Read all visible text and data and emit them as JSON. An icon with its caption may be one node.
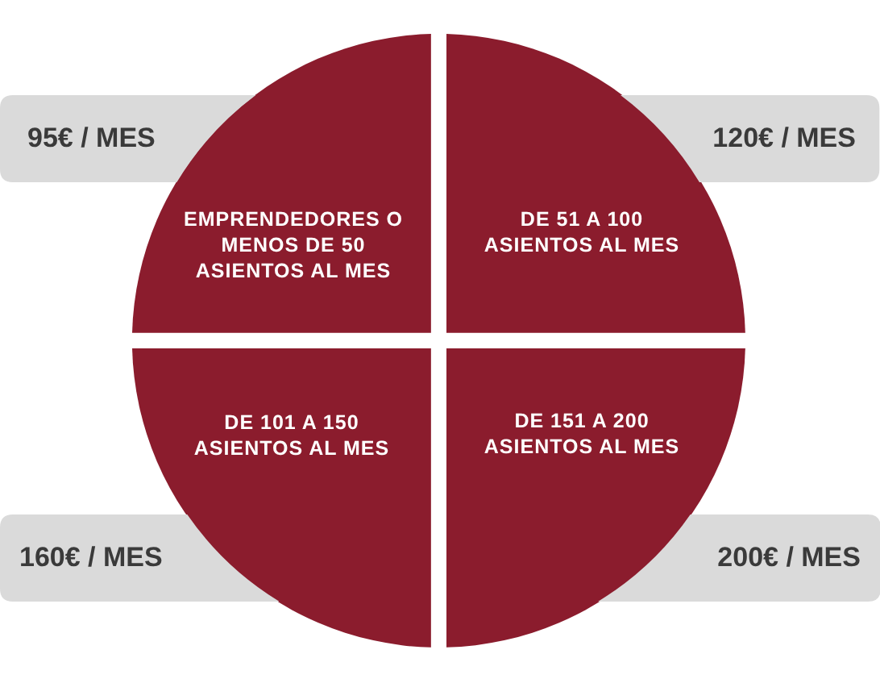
{
  "diagram": {
    "nodes": [
      {
        "text": [
          "EMPRENDEDORES O MENOS DE 50 ASIENTOS AL MES"
        ]
      },
      {
        "text": [
          "DE 51 A 100 ASIENTOS AL MES"
        ]
      },
      {
        "text": [
          "95€ / MES"
        ]
      },
      {
        "text": [
          "120€ / MES"
        ]
      },
      {
        "text": [
          "DE 101 A 150 ASIENTOS AL MES"
        ]
      },
      {
        "text": [
          "DE 151 A 200 ASIENTOS AL MES"
        ]
      },
      {
        "text": [
          "160€ / MES"
        ]
      },
      {
        "text": [
          "200€ / MES"
        ]
      }
    ]
  }
}
